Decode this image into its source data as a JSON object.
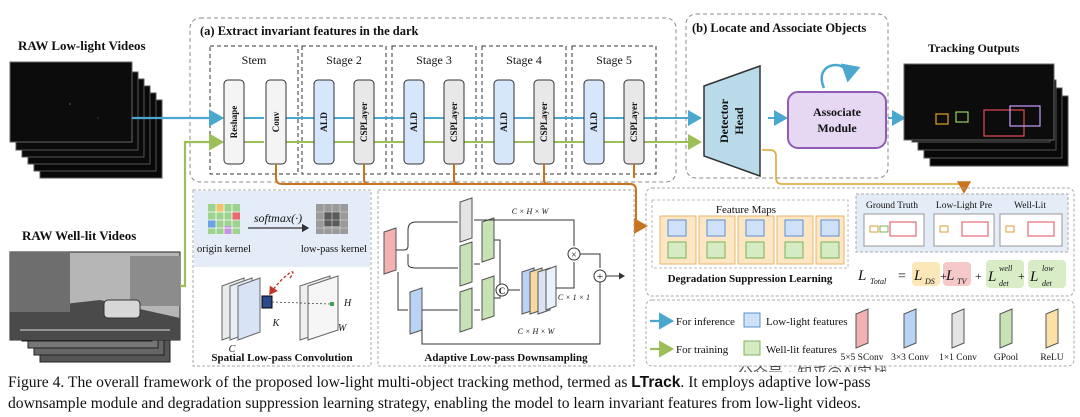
{
  "inputs": {
    "lowlight_title": "RAW Low-light Videos",
    "welllit_title": "RAW Well-lit  Videos"
  },
  "panel_a": {
    "title": "(a) Extract invariant features in the dark",
    "stages": [
      "Stem",
      "Stage 2",
      "Stage 3",
      "Stage 4",
      "Stage 5"
    ],
    "blocks": {
      "reshape": "Reshape",
      "conv": "Conv",
      "ald": "ALD",
      "csp": "CSPLayer"
    }
  },
  "panel_b": {
    "title": "(b) Locate and Associate Objects",
    "detector_head": [
      "Detector",
      "Head"
    ],
    "associate_module": [
      "Associate",
      "Module"
    ]
  },
  "outputs": {
    "title": "Tracking Outputs"
  },
  "spatial_conv": {
    "softmax": "softmax(·)",
    "origin_kernel": "origin kernel",
    "lowpass_kernel": "low-pass kernel",
    "label_c": "C",
    "label_k": "K",
    "label_h": "H",
    "label_w": "W",
    "title": "Spatial Low-pass Convolution"
  },
  "ald_detail": {
    "dim_top": "C × H × W",
    "dim_mid": "C × 1 × 1",
    "dim_bottom": "C × H × W",
    "concat": "C",
    "multiply": "×",
    "add": "+",
    "title": "Adaptive Low-pass Downsampling"
  },
  "degradation": {
    "feature_maps": "Feature Maps",
    "title": "Degradation Suppression Learning",
    "gt": "Ground Truth",
    "llpre": "Low-Light Pre",
    "welllit": "Well-Lit",
    "loss": {
      "lhs": "L",
      "lhs_sub": "Total",
      "eq": "=",
      "ds": "L",
      "ds_sub": "DS",
      "tv": "L",
      "tv_sub": "TV",
      "det_well": "L",
      "det_well_sup": "well",
      "det_well_sub": "det",
      "det_low": "L",
      "det_low_sup": "low",
      "det_low_sub": "det",
      "plus": "+"
    }
  },
  "legend": {
    "inference": "For inference",
    "training": "For training",
    "lowlight_features": "Low-light features",
    "welllit_features": "Well-lit features",
    "items": [
      "5×5 SConv",
      "3×3 Conv",
      "1×1 Conv",
      "GPool",
      "ReLU"
    ]
  },
  "watermark": "公众号 · 知乎@AI实战",
  "caption": {
    "line1_a": "Figure 4. The overall framework of the proposed low-light multi-object tracking method, termed as ",
    "line1_b": "LTrack",
    "line1_c": ". It employs adaptive low-pass",
    "line2": "downsample module and degradation suppression learning strategy, enabling the model to learn invariant features from low-light videos."
  },
  "colors": {
    "inference_arrow": "#4aa8cf",
    "training_arrow": "#9cbf5a",
    "orange_arrow": "#c9731f",
    "ald_fill": "#d6e6fb",
    "csp_fill": "#e8e8e8",
    "associate_fill": "#e6d8f2",
    "associate_border": "#8e5cb5",
    "detector_fill": "#b9dbe9",
    "conv5": "#f3b1b1",
    "conv3": "#b9d3f4",
    "conv1": "#e4e4e4",
    "gpool": "#c7e2b4",
    "relu": "#fbe1a6"
  }
}
